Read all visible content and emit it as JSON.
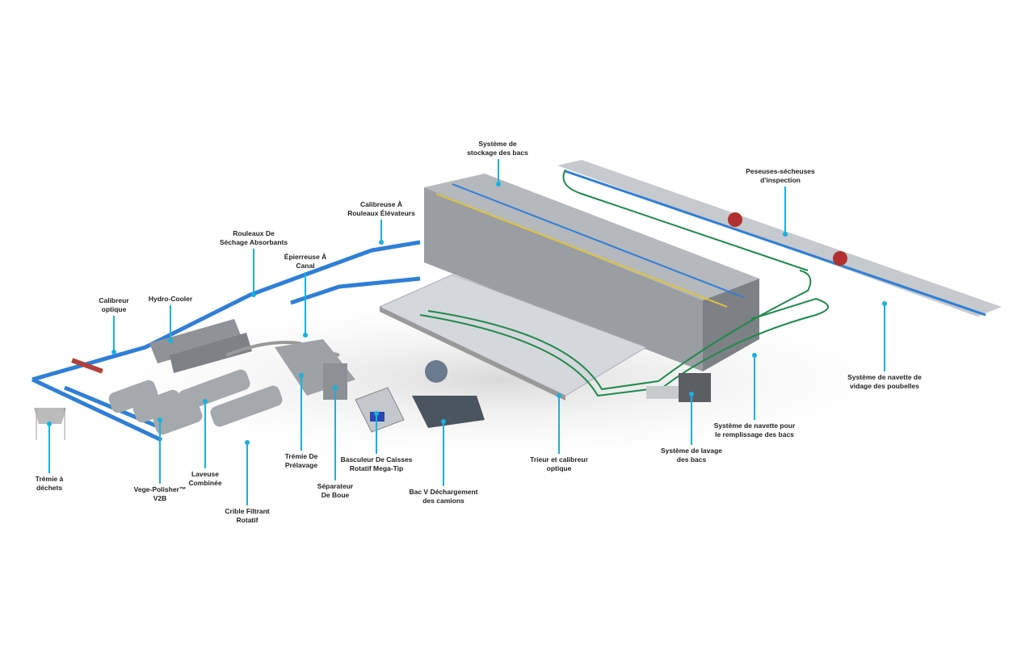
{
  "labels": {
    "storage": [
      "Système de",
      "stockage des bacs"
    ],
    "weighers": [
      "Peseuses-sécheuses",
      "d'inspection"
    ],
    "roller_grader": [
      "Calibreuse À",
      "Rouleaux Élévateurs"
    ],
    "drying_rollers": [
      "Rouleaux De",
      "Séchage Absorbants"
    ],
    "destoner": [
      "Épierreuse À",
      "Canal"
    ],
    "optical_grader": [
      "Calibreur",
      "optique"
    ],
    "hydro_cooler": [
      "Hydro-Cooler"
    ],
    "waste_hopper": [
      "Trémie à",
      "déchets"
    ],
    "polisher": [
      "Vege-Polisher™",
      "V2B"
    ],
    "combo_washer": [
      "Laveuse",
      "Combinée"
    ],
    "rotary_screen": [
      "Crible Filtrant",
      "Rotatif"
    ],
    "prewash_hopper": [
      "Trémie De",
      "Prélavage"
    ],
    "mud_separator": [
      "Séparateur",
      "De Boue"
    ],
    "bin_tipper": [
      "Basculeur De Caisses",
      "Rotatif Mega-Tip"
    ],
    "truck_unload": [
      "Bac V Déchargement",
      "des camions"
    ],
    "optical_sorter": [
      "Trieur et calibreur",
      "optique"
    ],
    "bin_washer": [
      "Système de lavage",
      "des bacs"
    ],
    "fill_shuttle": [
      "Système de navette pour",
      "le remplissage des bacs"
    ],
    "empty_shuttle": [
      "Système de navette de",
      "vidage des poubelles"
    ]
  },
  "colors": {
    "leader": "#1ab0e0",
    "conveyor": "#2f7fd6",
    "track": "#1f8a4c",
    "steel": "#8e9196"
  }
}
